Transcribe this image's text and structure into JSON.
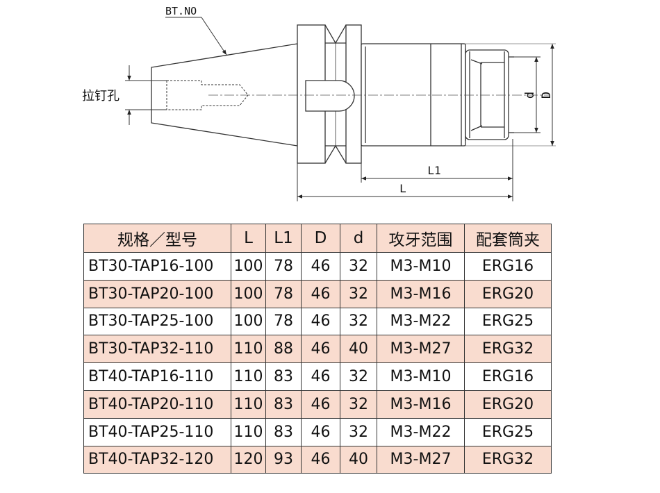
{
  "drawing": {
    "label_bt_no": "BT.NO",
    "label_pull_stud_hole": "拉钉孔",
    "label_d": "d",
    "label_D": "D",
    "label_L1": "L1",
    "label_L": "L"
  },
  "table": {
    "header_fill": "#f9dccf",
    "alt_row_fill": "#f9dccf",
    "headers": [
      "规格／型号",
      "L",
      "L1",
      "D",
      "d",
      "攻牙范围",
      "配套筒夹"
    ],
    "rows": [
      [
        "BT30-TAP16-100",
        "100",
        "78",
        "46",
        "32",
        "M3-M10",
        "ERG16"
      ],
      [
        "BT30-TAP20-100",
        "100",
        "78",
        "46",
        "32",
        "M3-M16",
        "ERG20"
      ],
      [
        "BT30-TAP25-100",
        "100",
        "78",
        "46",
        "32",
        "M3-M22",
        "ERG25"
      ],
      [
        "BT30-TAP32-110",
        "110",
        "88",
        "46",
        "40",
        "M3-M27",
        "ERG32"
      ],
      [
        "BT40-TAP16-110",
        "110",
        "83",
        "46",
        "32",
        "M3-M10",
        "ERG16"
      ],
      [
        "BT40-TAP20-110",
        "110",
        "83",
        "46",
        "32",
        "M3-M16",
        "ERG20"
      ],
      [
        "BT40-TAP25-110",
        "110",
        "83",
        "46",
        "32",
        "M3-M22",
        "ERG25"
      ],
      [
        "BT40-TAP32-120",
        "120",
        "93",
        "46",
        "40",
        "M3-M27",
        "ERG32"
      ]
    ]
  }
}
